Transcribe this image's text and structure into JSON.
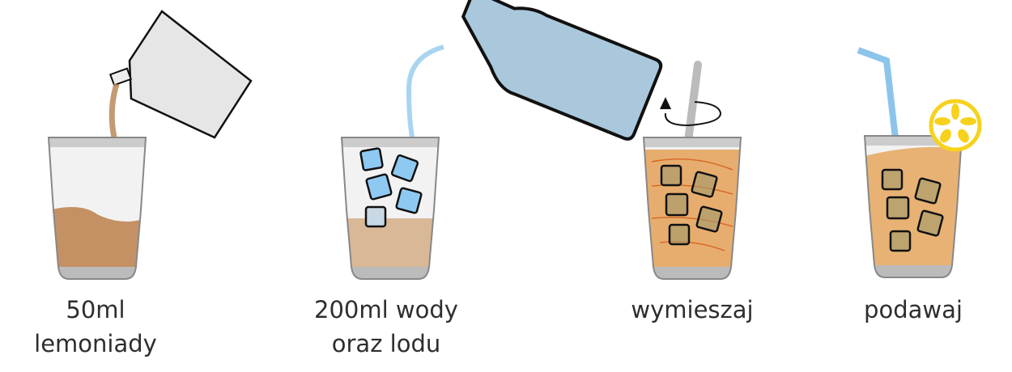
{
  "steps": [
    {
      "line1": "50ml",
      "line2": "lemoniady"
    },
    {
      "line1": "200ml wody",
      "line2": "oraz lodu"
    },
    {
      "line1": "wymieszaj"
    },
    {
      "line1": "podawaj"
    }
  ],
  "colors": {
    "lemonade": "#b98a5a",
    "water": "#a9d4f0",
    "ice": "#8ec9f2",
    "mixed": "#e7ad6e",
    "straw": "#8cc4ec",
    "lemon": "#f6d21d"
  }
}
